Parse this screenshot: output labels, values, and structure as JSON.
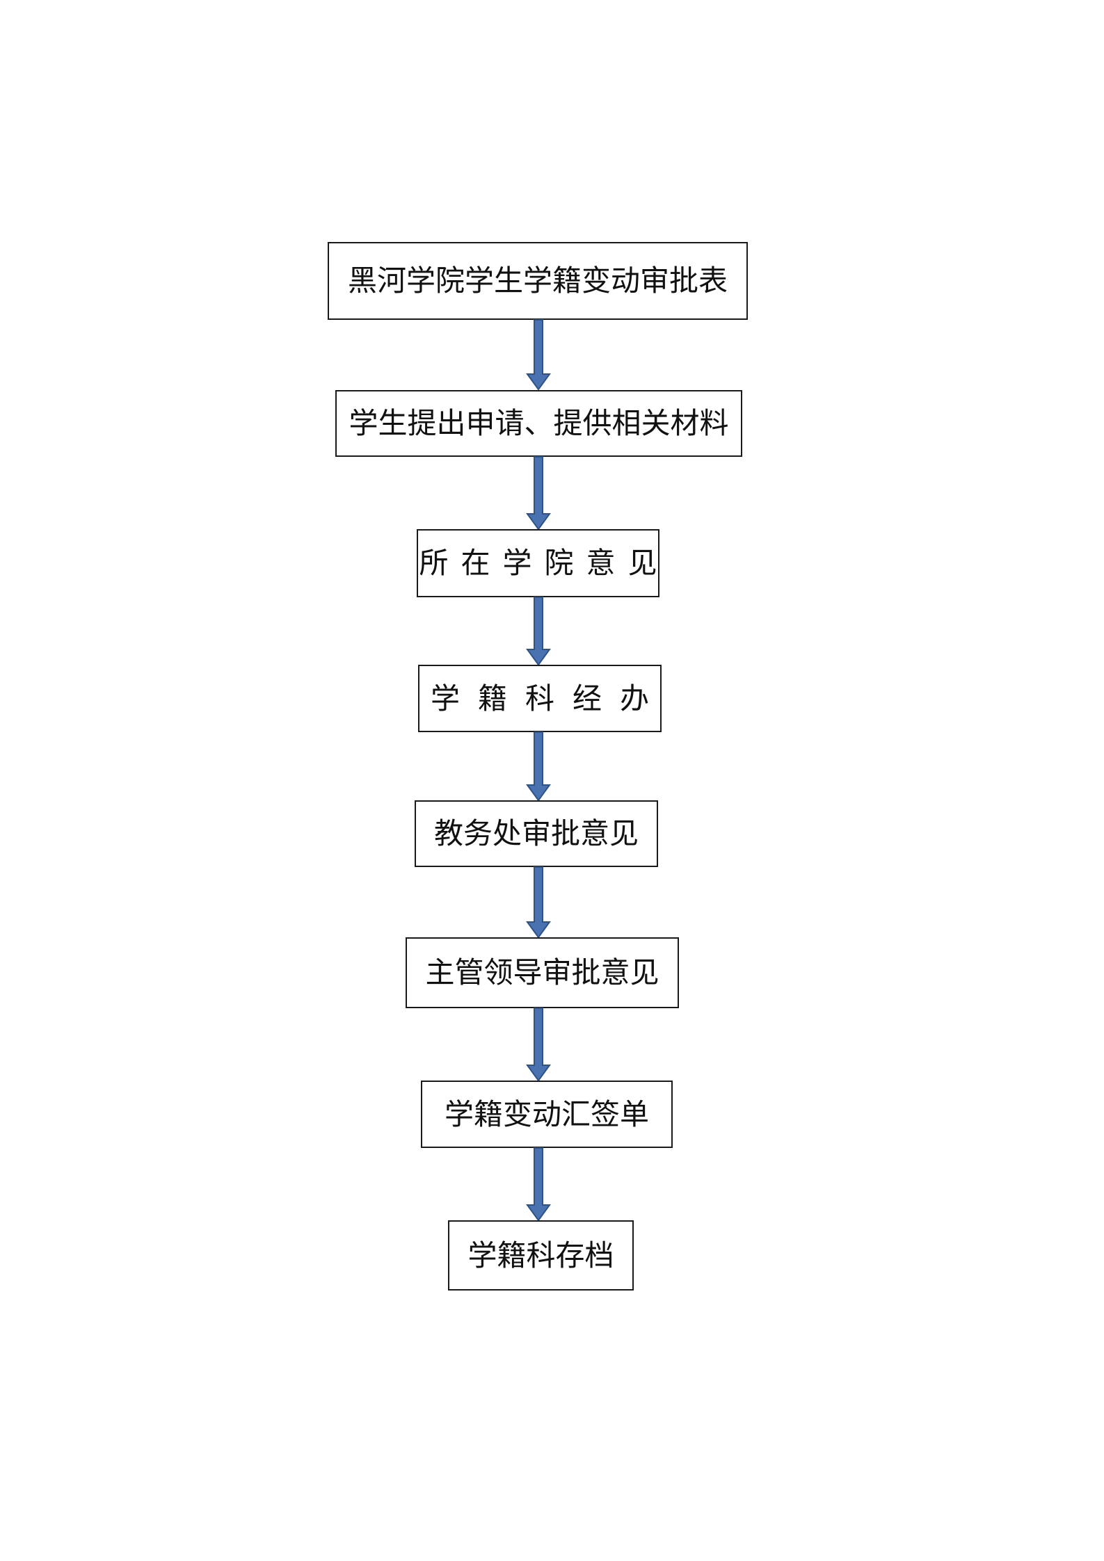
{
  "flowchart": {
    "steps": [
      "黑河学院学生学籍变动审批表",
      "学生提出申请、提供相关材料",
      "所在学院意见",
      "学籍科经办",
      "教务处审批意见",
      "主管领导审批意见",
      "学籍变动汇签单",
      "学籍科存档"
    ]
  },
  "colors": {
    "box_border": "#1a1a1a",
    "arrow_fill": "#4a72b0",
    "arrow_stroke": "#2f5384"
  }
}
